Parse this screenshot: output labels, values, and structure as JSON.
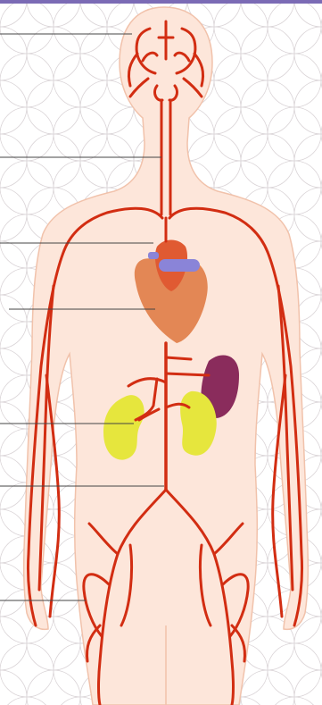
{
  "diagram": {
    "structures": [
      {
        "id": "brain-arteries",
        "icon": "brain-arteries-icon"
      },
      {
        "id": "carotid-artery",
        "icon": "neck-artery-icon"
      },
      {
        "id": "aortic-arch",
        "icon": "aortic-arch-icon"
      },
      {
        "id": "heart",
        "icon": "heart-icon"
      },
      {
        "id": "renal-arteries",
        "icon": "kidney-icon"
      },
      {
        "id": "abdominal-aorta",
        "icon": "aorta-icon"
      },
      {
        "id": "femoral-artery",
        "icon": "leg-artery-icon"
      }
    ],
    "label_lines_count": 7
  },
  "colors": {
    "artery": "#d22d12",
    "skin": "#fde6da",
    "skin_outline": "#f1c2ab",
    "heart": "#e38755",
    "heart_top": "#e05a32",
    "vein_purple": "#8a84d8",
    "spleen": "#8a2c5c",
    "kidney": "#e6e63d",
    "top_border": "#7b6bb5",
    "background_pattern": "#d9d3d6"
  }
}
